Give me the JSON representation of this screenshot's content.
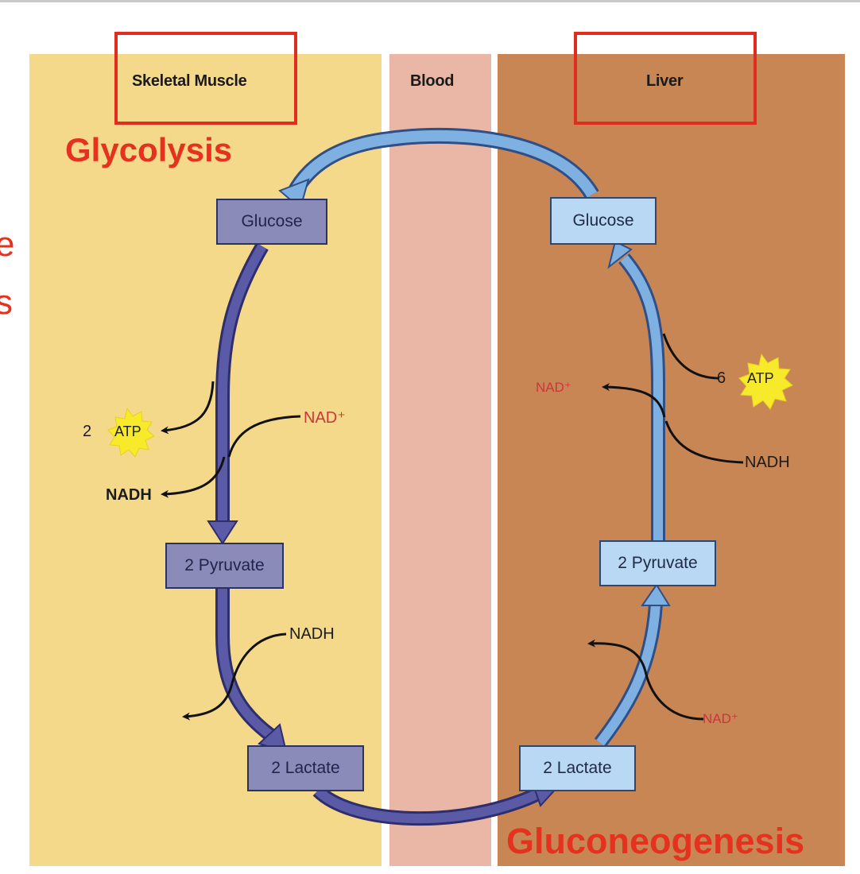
{
  "headers": {
    "muscle": "Skeletal Muscle",
    "blood": "Blood",
    "liver": "Liver"
  },
  "annotations": {
    "glycolysis": "Glycolysis",
    "gluconeogenesis": "Gluconeogenesis",
    "cut_left_1": "e",
    "cut_left_2": "s"
  },
  "muscle": {
    "glucose": "Glucose",
    "pyruvate": "2 Pyruvate",
    "lactate": "2 Lactate",
    "atp_count": "2",
    "atp": "ATP",
    "nad_in": "NAD⁺",
    "nadh_out": "NADH",
    "nadh_in": "NADH"
  },
  "liver": {
    "glucose": "Glucose",
    "pyruvate": "2 Pyruvate",
    "lactate": "2 Lactate",
    "atp_count": "6",
    "atp": "ATP",
    "nad_out": "NAD⁺",
    "nadh_in": "NADH",
    "nad_in": "NAD⁺"
  },
  "colors": {
    "muscle_bg": "#f5d98a",
    "blood_bg": "#eab7a6",
    "liver_bg": "#c98655",
    "dark_arrow": "#5a5aa6",
    "light_arrow": "#6fa2dc",
    "highlight": "#e02d1f",
    "atp_burst": "#f6ea2a"
  }
}
